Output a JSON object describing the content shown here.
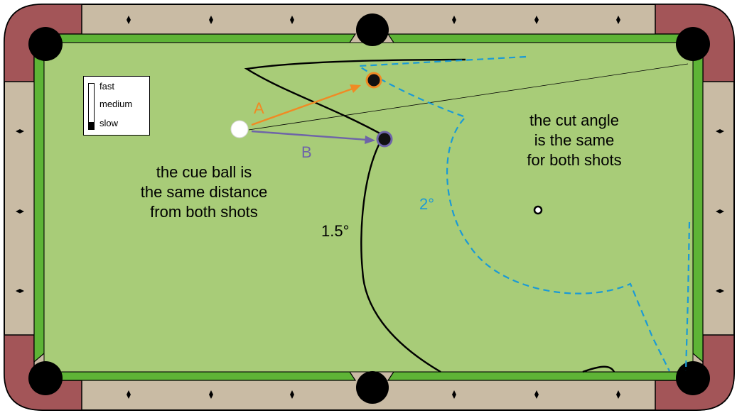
{
  "colors": {
    "rail": "#c9bba4",
    "corner": "#a35558",
    "felt": "#a8cc78",
    "cushion": "#5eb436",
    "pocket": "#000000",
    "shot_a": "#f08a24",
    "shot_b": "#6e64a8",
    "dashed_path": "#1a9ad6",
    "solid_path": "#000000"
  },
  "legend": {
    "title_levels": [
      "fast",
      "medium",
      "slow"
    ],
    "level_fraction": 0.15
  },
  "labels": {
    "shot_a": "A",
    "shot_b": "B",
    "cue_note": [
      "the cue ball is",
      "the same distance",
      "from both shots"
    ],
    "cut_note": [
      "the cut angle",
      "is the same",
      "for both shots"
    ],
    "angle_solid": "1.5°",
    "angle_dashed": "2°"
  }
}
